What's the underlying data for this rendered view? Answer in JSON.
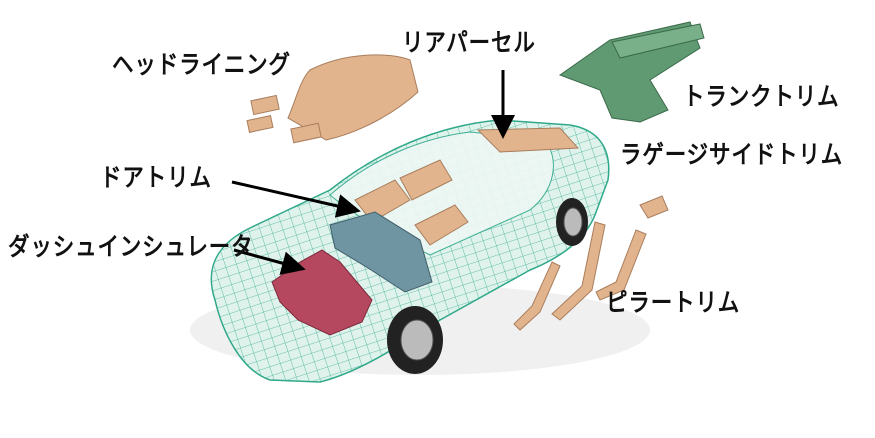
{
  "labels": {
    "headlining": "ヘッドライニング",
    "rear_parcel": "リアパーセル",
    "trunk_trim": "トランクトリム",
    "luggage_side_trim": "ラゲージサイドトリム",
    "door_trim": "ドアトリム",
    "dash_insulator": "ダッシュインシュレータ",
    "pillar_trim": "ピラートリム"
  },
  "colors": {
    "body_mesh": "#2fa88a",
    "body_fill": "#dff3ec",
    "trim_beige": "#e2b48e",
    "trunk_green": "#5f9a72",
    "insulator_red": "#b5475e",
    "door_blue": "#6f94a2",
    "tire": "#222222"
  }
}
